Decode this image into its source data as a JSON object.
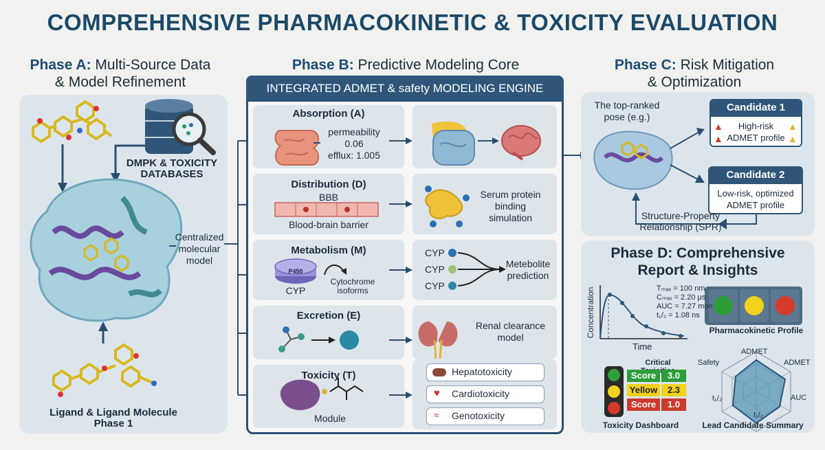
{
  "title": "COMPREHENSIVE PHARMACOKINETIC & TOXICITY EVALUATION",
  "phase_a": {
    "heading_bold": "Phase A:",
    "heading_rest": " Multi-Source Data",
    "heading_line2": "& Model Refinement",
    "db_label_1": "DMPK & TOXICITY",
    "db_label_2": "DATABASES",
    "central_1": "Centralized",
    "central_2": "molecular",
    "central_3": "model",
    "ligand_1": "Ligand & Ligand Molecule",
    "ligand_2": "Phase 1"
  },
  "phase_b": {
    "heading_bold": "Phase B:",
    "heading_rest": " Predictive Modeling Core",
    "engine_title": "INTEGRATED ADMET & safety MODELING ENGINE",
    "absorption": {
      "title": "Absorption (A)",
      "line1": "permeability",
      "line2": "0.06",
      "line3": "efflux: 1.005"
    },
    "distribution": {
      "title": "Distribution (D)",
      "bbb": "BBB",
      "barrier": "Blood-brain barrier",
      "out1": "Serum protein",
      "out2": "binding",
      "out3": "simulation"
    },
    "metabolism": {
      "title": "Metabolism (M)",
      "p450": "P450",
      "cyp": "CYP",
      "iso1": "Cytochrome",
      "iso2": "isoforms",
      "cyp_a": "CYP",
      "cyp_b": "CYP",
      "cyp_c": "CYP",
      "out1": "Metebolite",
      "out2": "prediction"
    },
    "excretion": {
      "title": "Excretion (E)",
      "out1": "Renal clearance",
      "out2": "model"
    },
    "toxicity": {
      "title": "Toxicity (T)",
      "module": "Module",
      "items": [
        "Hepatotoxicity",
        "Cardiotoxicity",
        "Genotoxicity"
      ]
    }
  },
  "phase_c": {
    "heading_bold": "Phase C:",
    "heading_rest": " Risk Mitigation",
    "heading_line2": "& Optimization",
    "pose_1": "The top-ranked",
    "pose_2": "pose (e.g.)",
    "candidate1": {
      "title": "Candidate 1",
      "line1": "High-risk",
      "line2": "ADMET profile"
    },
    "candidate2": {
      "title": "Candidate 2",
      "line1": "Low-risk, optimized",
      "line2": "ADMET profile"
    },
    "spr_1": "Structure-Property",
    "spr_2": "Relationship (SPR)"
  },
  "phase_d": {
    "heading_1": "Phase D: Comprehensive",
    "heading_2": "Report & Insights",
    "ylabel": "Concentration",
    "xlabel": "Time",
    "tmax": "Tₘₐₓ = 100 nm",
    "cmax": "Cₘₐₓ = 2.20 μs",
    "auc": "AUC = 7.27 mon",
    "thalf": "t₁/₂ = 1.08 ns",
    "pk_profile": "Pharmacokinetic Profile",
    "critical": "Critical Toxicities",
    "scores": [
      {
        "label": "Score",
        "value": "3.0",
        "color": "#2e9e3a"
      },
      {
        "label": "Yellow",
        "value": "2.3",
        "color": "#e0c21c"
      },
      {
        "label": "Score",
        "value": "1.0",
        "color": "#cc3a2d"
      }
    ],
    "tox_dashboard": "Toxicity Dashboard",
    "radar_labels": {
      "top": "ADMET",
      "right": "ADMET",
      "left": "Safety",
      "lower_right": "AUC",
      "lower_left": "t₁/₂",
      "bottom": "t₁/₂"
    },
    "lead_summary": "Lead Candidate Summary"
  },
  "colors": {
    "title": "#1c4968",
    "engine": "#2f5678",
    "green": "#2e9e3a",
    "yellow": "#f2d21d",
    "red": "#d63a2b"
  }
}
